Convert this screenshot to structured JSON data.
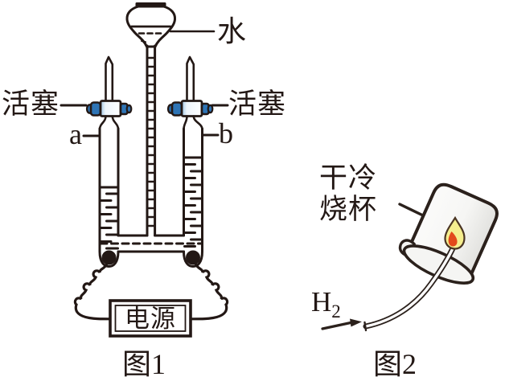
{
  "figure1": {
    "caption": "图1",
    "water_label": "水",
    "stopcock_left_label": "活塞",
    "stopcock_right_label": "活塞",
    "tube_a_label": "a",
    "tube_b_label": "b",
    "power_label": "电源"
  },
  "figure2": {
    "caption": "图2",
    "beaker_label_line1": "干冷",
    "beaker_label_line2": "烧杯",
    "gas_formula_base": "H",
    "gas_formula_subscript": "2"
  },
  "colors": {
    "line": "#231815",
    "stopcock_blue": "#2e74b5",
    "stopcock_dark": "#17293a",
    "flame_outer": "#f5ee8e",
    "flame_inner": "#e2491b",
    "beaker_fill": "#f4f4f2"
  }
}
